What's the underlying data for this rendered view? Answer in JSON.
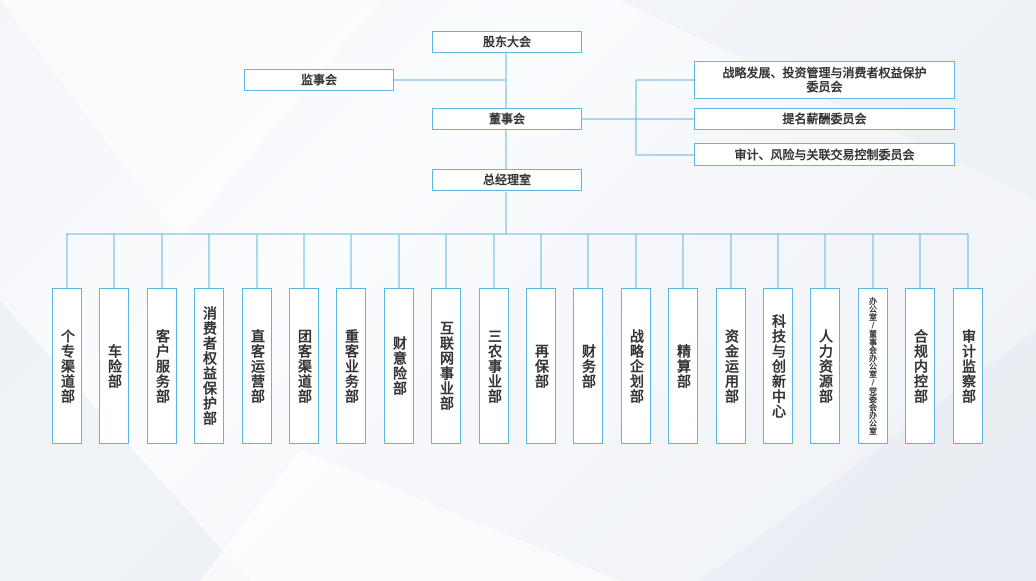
{
  "top": {
    "shareholders": "股东大会",
    "supervisors": "监事会",
    "board": "董事会",
    "general_manager": "总经理室"
  },
  "committees": [
    "战略发展、投资管理与消费者权益保护委员会",
    "提名薪酬委员会",
    "审计、风险与关联交易控制委员会"
  ],
  "departments": [
    "个专渠道部",
    "车险部",
    "客户服务部",
    "消费者权益保护部",
    "直客运营部",
    "团客渠道部",
    "重客业务部",
    "财意险部",
    "互联网事业部",
    "三农事业部",
    "再保部",
    "财务部",
    "战略企划部",
    "精算部",
    "资金运用部",
    "科技与创新中心",
    "人力资源部",
    "办公室/董事会办公室/党委会办公室",
    "合规内控部",
    "审计监察部"
  ],
  "colors": {
    "line": "#5cb8df",
    "text": "#333333",
    "box_bg": "#ffffff"
  }
}
